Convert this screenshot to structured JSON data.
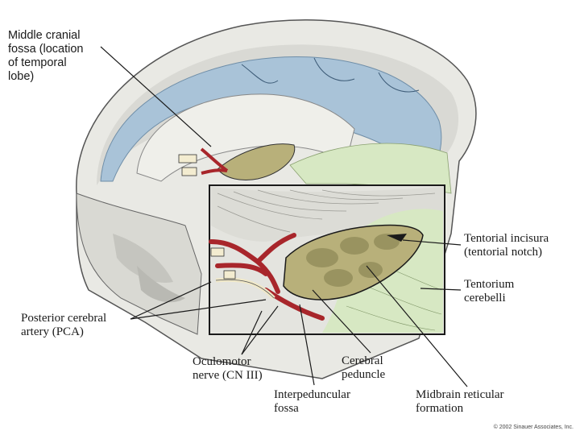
{
  "labels": {
    "middle_cranial_fossa": "Middle cranial\nfossa (location\nof temporal\nlobe)",
    "tentorial_incisura": "Tentorial incisura\n(tentorial notch)",
    "tentorium_cerebelli": "Tentorium\ncerebelli",
    "posterior_cerebral_artery": "Posterior cerebral\nartery (PCA)",
    "oculomotor_nerve": "Oculomotor\nnerve (CN III)",
    "cerebral_peduncle": "Cerebral\npeduncle",
    "interpeduncular_fossa": "Interpeduncular\nfossa",
    "midbrain_reticular_formation": "Midbrain reticular\nformation"
  },
  "credit": "© 2002 Sinauer Associates, Inc.",
  "colors": {
    "bone": "#e9e9e4",
    "bone_shade": "#c9c9c4",
    "dura_blue": "#a9c3d8",
    "tentorium_green": "#d7e8c3",
    "artery_red": "#a8262b",
    "midbrain": "#b8b07a",
    "line": "#1a1a1a"
  }
}
